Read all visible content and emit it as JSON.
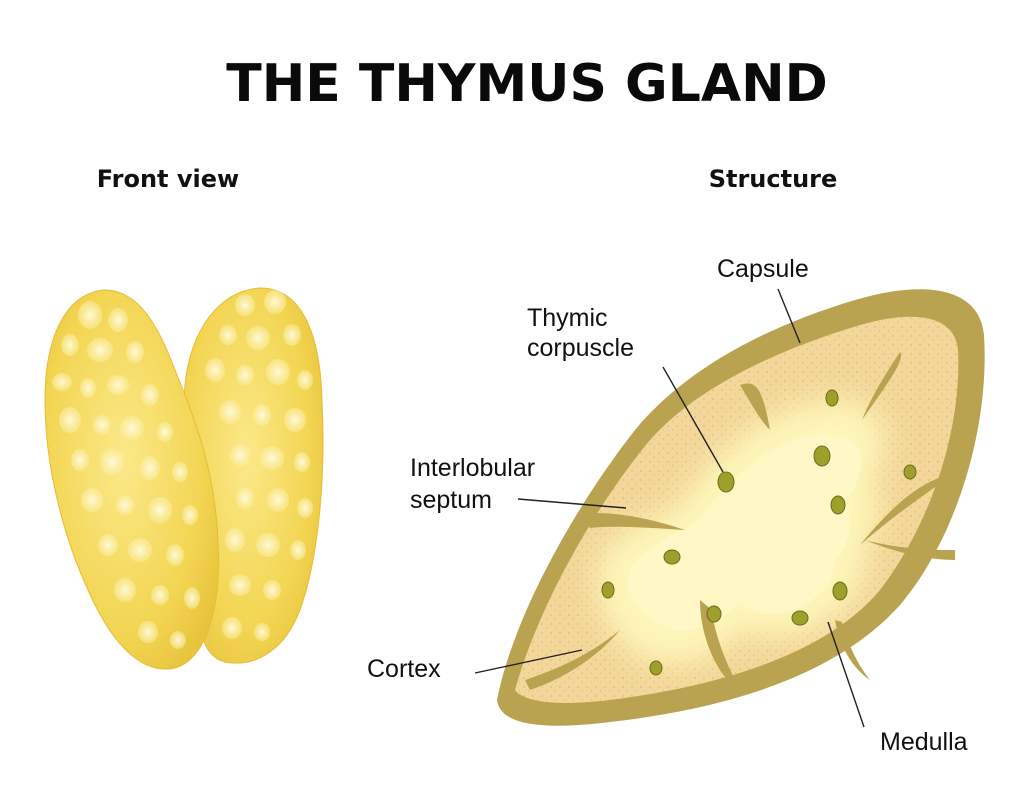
{
  "title": "THE THYMUS GLAND",
  "views": {
    "front": "Front view",
    "structure": "Structure"
  },
  "labels": {
    "capsule": "Capsule",
    "thymic_1": "Thymic",
    "thymic_2": "corpuscle",
    "septum_1": "Interlobular",
    "septum_2": "septum",
    "cortex": "Cortex",
    "medulla": "Medulla"
  },
  "colors": {
    "capsule": "#b9a350",
    "cortex": "#f3d79a",
    "medulla": "#fdf6b8",
    "corpuscle": "#9ea02c",
    "lobe": "#f2d64e",
    "lobe_highlight": "#fdf3b4"
  }
}
